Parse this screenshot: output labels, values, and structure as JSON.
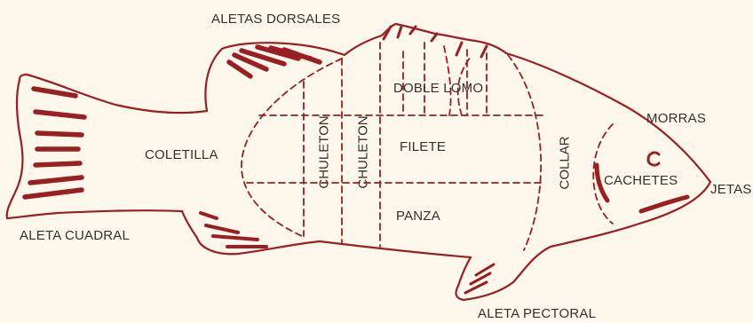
{
  "colors": {
    "background": "#fdf7ec",
    "outline": "#9a1f22",
    "text": "#3a2f2a"
  },
  "labels": {
    "aletas_dorsales": "ALETAS DORSALES",
    "aleta_cuadral": "ALETA CUADRAL",
    "aleta_pectoral": "ALETA PECTORAL",
    "coletilla": "COLETILLA",
    "chuleton_1": "CHULETON",
    "chuleton_2": "CHULETON",
    "doble_lomo": "DOBLE LOMO",
    "filete": "FILETE",
    "panza": "PANZA",
    "collar": "COLLAR",
    "cachetes": "CACHETES",
    "morras": "MORRAS",
    "jetas": "JETAS"
  }
}
